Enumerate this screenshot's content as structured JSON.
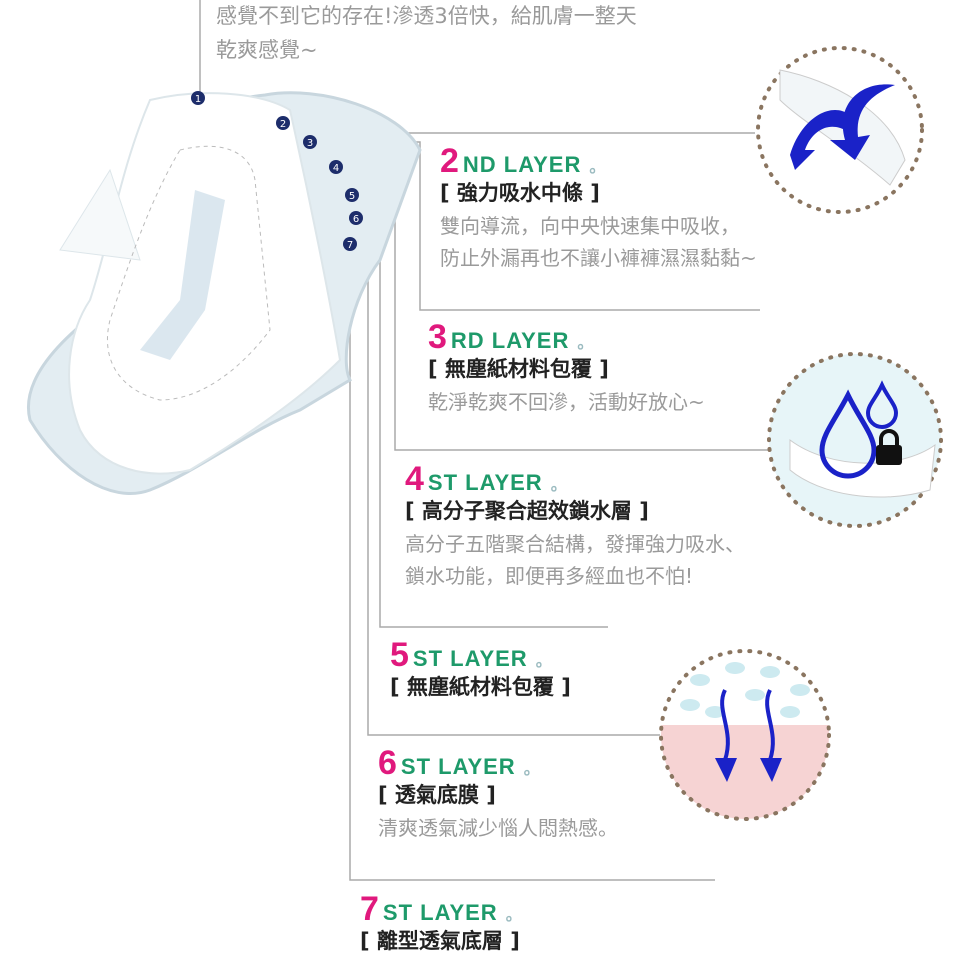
{
  "intro": {
    "line1": "感覺不到它的存在!滲透3倍快，給肌膚一整天",
    "line2": "乾爽感覺~"
  },
  "markers": [
    "1",
    "2",
    "3",
    "4",
    "5",
    "6",
    "7"
  ],
  "colors": {
    "number": "#e0197d",
    "heading": "#1e9a6a",
    "marker": "#1d2d6b",
    "arrow": "#1a22c8"
  },
  "layers": [
    {
      "num": "2",
      "suffix": "ND LAYER",
      "title": "[ 強力吸水中條 ]",
      "desc": [
        "雙向導流，向中央快速集中吸收，",
        "防止外漏再也不讓小褲褲濕濕黏黏~"
      ]
    },
    {
      "num": "3",
      "suffix": "RD LAYER",
      "title": "[ 無塵紙材料包覆 ]",
      "desc": [
        "乾淨乾爽不回滲，活動好放心~"
      ]
    },
    {
      "num": "4",
      "suffix": "ST LAYER",
      "title": "[ 高分子聚合超效鎖水層 ]",
      "desc": [
        "高分子五階聚合結構，發揮強力吸水、",
        "鎖水功能，即便再多經血也不怕!"
      ]
    },
    {
      "num": "5",
      "suffix": "ST LAYER",
      "title": "[ 無塵紙材料包覆 ]",
      "desc": []
    },
    {
      "num": "6",
      "suffix": "ST LAYER",
      "title": "[ 透氣底膜 ]",
      "desc": [
        "清爽透氣減少惱人悶熱感。"
      ]
    },
    {
      "num": "7",
      "suffix": "ST LAYER",
      "title": "[ 離型透氣底層 ]",
      "desc": []
    }
  ],
  "heading_dot": "。"
}
